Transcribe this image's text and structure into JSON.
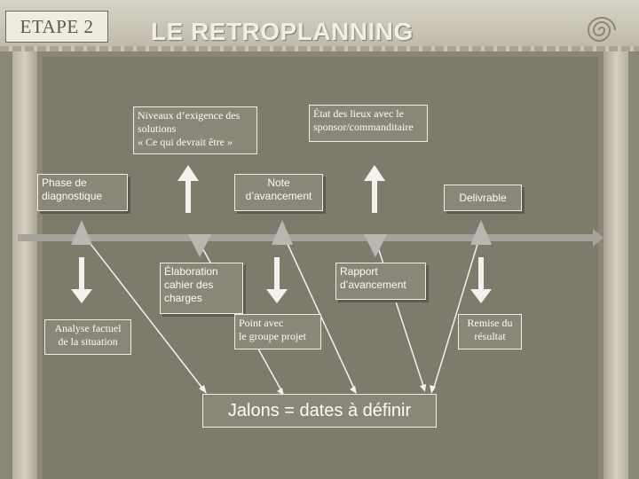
{
  "header": {
    "step": "ETAPE 2",
    "title": "LE RETROPLANNING"
  },
  "boxes": {
    "exigence": [
      "Niveaux d’exigence des",
      "solutions",
      "« Ce qui devrait être »"
    ],
    "etat_des_lieux": [
      "État des lieux avec le",
      "sponsor/commanditaire"
    ],
    "phase_diagnostique": [
      "Phase de",
      "diagnostique"
    ],
    "note_avancement": [
      "Note",
      "d’avancement"
    ],
    "delivrable": "Delivrable",
    "elaboration": [
      "Élaboration",
      "cahier des",
      "charges"
    ],
    "rapport": [
      "Rapport",
      "d’avancement"
    ],
    "analyse": [
      "Analyse factuel",
      "de la situation"
    ],
    "point_avec": [
      "Point avec",
      "le groupe projet"
    ],
    "remise": [
      "Remise du",
      "résultat"
    ],
    "jalons": "Jalons = dates à définir"
  },
  "colors": {
    "background": "#8b8778",
    "panel": "#7e7a6c",
    "arrow": "#f4f2ec",
    "timeline": "#a7a39a",
    "marker": "#b9b7b0"
  }
}
